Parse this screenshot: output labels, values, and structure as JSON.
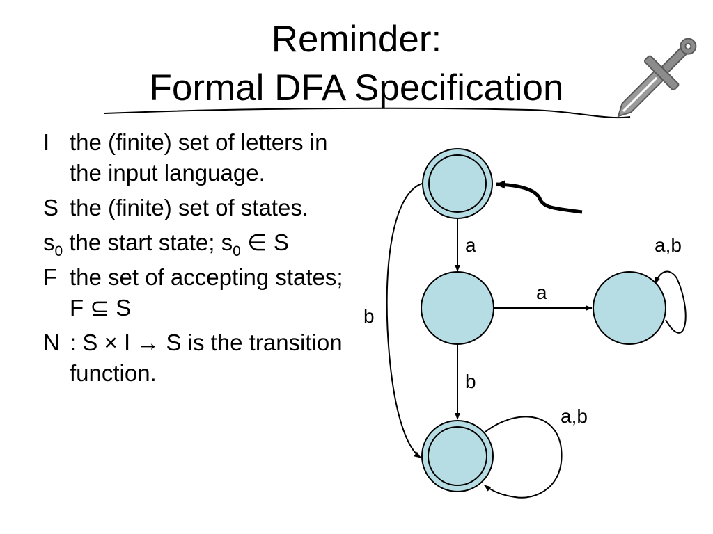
{
  "title": {
    "line1": "Reminder:",
    "line2": "Formal DFA Specification"
  },
  "definitions": [
    {
      "symbol": "I",
      "text": "the (finite) set of letters in the input language."
    },
    {
      "symbol": "S",
      "text": "the (finite) set of states."
    },
    {
      "symbol": "s",
      "symbol_sub": "0",
      "text_before": " the start state; s",
      "text_sub": "0",
      "text_after": " ∈ S"
    },
    {
      "symbol": "F",
      "text": "the set of accepting states; F ⊆ S"
    },
    {
      "symbol": "N",
      "text": ": S × I → S is the transition function."
    }
  ],
  "diagram": {
    "states": [
      {
        "id": "start",
        "accepting": true,
        "initial": true
      },
      {
        "id": "middle",
        "accepting": false
      },
      {
        "id": "sink",
        "accepting": false
      },
      {
        "id": "final",
        "accepting": true
      }
    ],
    "transitions": [
      {
        "from": "start",
        "to": "middle",
        "label": "a"
      },
      {
        "from": "start",
        "to": "final",
        "label": "b"
      },
      {
        "from": "middle",
        "to": "sink",
        "label": "a"
      },
      {
        "from": "middle",
        "to": "final",
        "label": "b"
      },
      {
        "from": "sink",
        "to": "sink",
        "label": "a,b"
      },
      {
        "from": "final",
        "to": "final",
        "label": "a,b"
      }
    ],
    "state_fill": "#b6dde3",
    "stroke": "#000000"
  },
  "decoration": {
    "icon": "sword-icon",
    "icon_color": "#8c8c8c"
  }
}
